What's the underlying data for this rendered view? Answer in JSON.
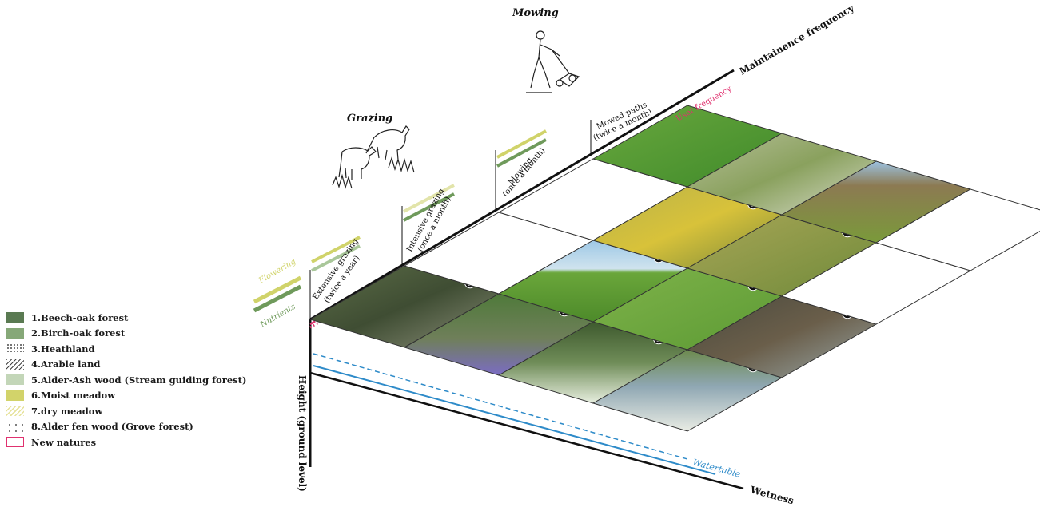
{
  "axes": {
    "maintenance": "Maintainence frequency",
    "user": "User frequency",
    "height": "Height (ground level)",
    "wetness": "Wetness",
    "watertable": "Watertable"
  },
  "headers": {
    "mowing": "Mowing",
    "grazing": "Grazing"
  },
  "markers": {
    "flowering": "Flowering",
    "nutrients": "Nutrients"
  },
  "regimes": [
    {
      "line1": "Extensive grazing",
      "line2": "(twice a year)"
    },
    {
      "line1": "Intensive grazing",
      "line2": "(once a month)"
    },
    {
      "line1": "Mowing",
      "line2": "(once a month)"
    },
    {
      "line1": "Mowed paths",
      "line2": "(twice a month)"
    }
  ],
  "legend": [
    {
      "label": "1.Beech-oak forest"
    },
    {
      "label": "2.Birch-oak forest"
    },
    {
      "label": "3.Heathland"
    },
    {
      "label": "4.Arable land"
    },
    {
      "label": "5.Alder-Ash wood (Stream guiding forest)"
    },
    {
      "label": "6.Moist meadow"
    },
    {
      "label": "7.dry meadow"
    },
    {
      "label": "8.Alder fen wood (Grove forest)"
    },
    {
      "label": "New natures"
    }
  ],
  "tiles": [
    {
      "row": 0,
      "col": 0,
      "photo": "forest-path",
      "badge": "1"
    },
    {
      "row": 0,
      "col": 1,
      "photo": "empty",
      "badge": ""
    },
    {
      "row": 0,
      "col": 2,
      "photo": "empty",
      "badge": ""
    },
    {
      "row": 0,
      "col": 3,
      "photo": "mowed-path",
      "badge": ""
    },
    {
      "row": 1,
      "col": 0,
      "photo": "bluebell-forest",
      "badge": "2"
    },
    {
      "row": 1,
      "col": 1,
      "photo": "cows-pasture",
      "badge": "7"
    },
    {
      "row": 1,
      "col": 2,
      "photo": "yellow-heath",
      "badge": "3"
    },
    {
      "row": 1,
      "col": 3,
      "photo": "tall-grass",
      "badge": ""
    },
    {
      "row": 2,
      "col": 0,
      "photo": "white-flower-forest",
      "badge": "5"
    },
    {
      "row": 2,
      "col": 1,
      "photo": "moist-meadow",
      "badge": "6"
    },
    {
      "row": 2,
      "col": 2,
      "photo": "tractor-field",
      "badge": "4"
    },
    {
      "row": 2,
      "col": 3,
      "photo": "mown-field",
      "badge": ""
    },
    {
      "row": 3,
      "col": 0,
      "photo": "pond-meadow",
      "badge": "6"
    },
    {
      "row": 3,
      "col": 1,
      "photo": "fen-wood",
      "badge": "8"
    },
    {
      "row": 3,
      "col": 2,
      "photo": "empty",
      "badge": ""
    },
    {
      "row": 3,
      "col": 3,
      "photo": "empty",
      "badge": ""
    }
  ],
  "colors": {
    "accent_pink": "#e0316f",
    "water_blue": "#2e8bc9",
    "flowering": "#d0d36a",
    "nutrients": "#6f9a5b"
  }
}
